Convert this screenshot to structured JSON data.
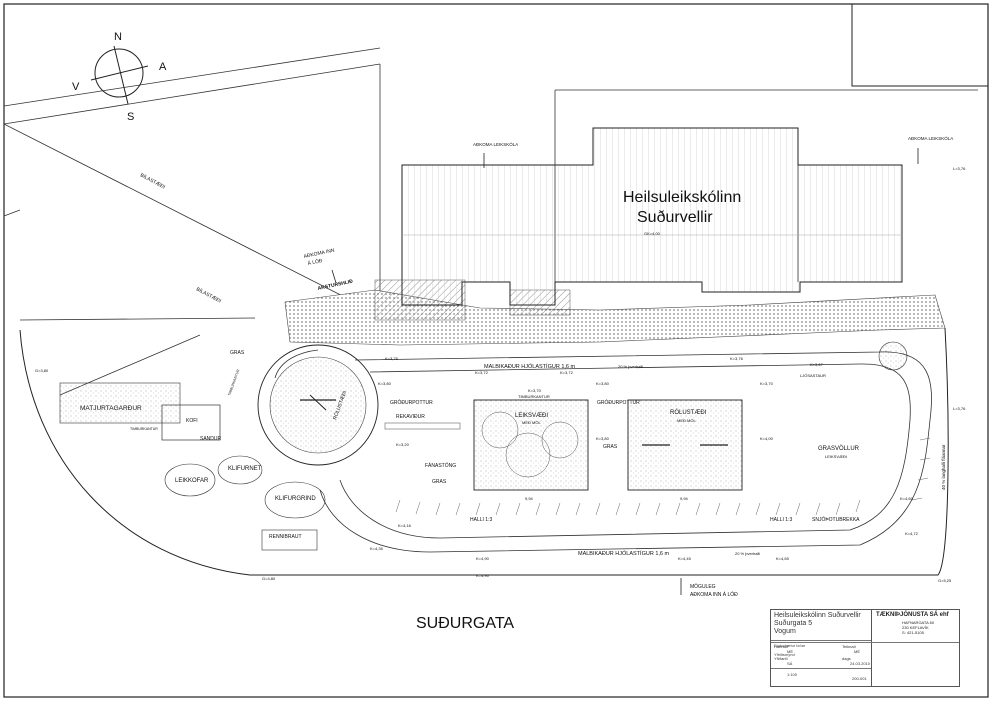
{
  "compass": {
    "n": "N",
    "s": "S",
    "v": "V",
    "a": "A"
  },
  "building": {
    "title_line1": "Heilsuleikskólinn",
    "title_line2": "Suðurvellir",
    "gk": "GK=4,00"
  },
  "street": "SUÐURGATA",
  "entrances": {
    "top": "AÐKOMA LEIKSKÓLA",
    "right": "AÐKOMA LEIKSKÓLA",
    "lot_line1": "AÐKOMA INN",
    "lot_line2": "Á LÓÐ",
    "bottom_line1": "MÖGULEG",
    "bottom_line2": "AÐKOMA INN Á LÓÐ"
  },
  "labels": {
    "parking1": "BÍLASTÆÐI",
    "parking2": "BÍLASTÆÐI",
    "drive": "AKSTURSHLIÐ",
    "gras1": "GRAS",
    "gras2": "GRAS",
    "gras3": "GRAS",
    "garden": "MATJURTAGARÐUR",
    "kofi": "KOFI",
    "sandur": "SANDUR",
    "timbur1": "TIMBURKANTUR",
    "timbur2": "TIMBURKANTUR",
    "timbur3": "TIMBURKANTUR",
    "leikkofar": "LEIKKOFAR",
    "klifurnet": "KLIFURNET",
    "klifurgrind": "KLIFURGRIND",
    "rennibraut": "RENNIBRAUT",
    "rolustaedi1": "RÓLUSTÆÐI",
    "rolustaedi2": "RÓLUSTÆÐI",
    "rolustaedi2_sub": "MEÐ MÖL",
    "rekaviður": "REKAVIÐUR",
    "fanastong": "FÁNASTÖNG",
    "leiksvaedi": "LEIKSVÆÐI",
    "leiksvaedi_sub": "MEÐ MÖL",
    "grodurpottur1": "GRÓÐURPOTTUR",
    "grodurpottur2": "GRÓÐURPOTTUR",
    "grasvollur": "GRASVÖLLUR",
    "grasvollur_sub": "LEIKSVÆÐI",
    "ljosastaur": "LJÓSASTAUR",
    "snjo": "SNJÓÞOTUBREKKA",
    "halli1": "HALLI 1:3",
    "halli2": "HALLI 1:3",
    "stigur_top": "MALBIKAÐUR HJÓLASTÍGUR 1,6 m",
    "stigur_bottom": "MALBIKAÐUR HJÓLASTÍGUR 1,6 m",
    "slope_top": "20 % þverhalli",
    "slope_bottom": "20 % þverhalli",
    "dim1": "9,94",
    "dim2": "9,94",
    "steps": "40 % langhalli fláannar"
  },
  "levels": {
    "k1": "K=3,75",
    "k2": "K=3,72",
    "k3": "K=3,72",
    "k4": "K=3,76",
    "k5": "K=3,67",
    "k6": "K=3,70",
    "k7": "K=3,80",
    "k8": "K=3,70",
    "k9": "K=3,80",
    "k10": "K=3,20",
    "k11": "K=3,80",
    "k12": "K=4,00",
    "k13": "K=4,16",
    "k14": "K=4,35",
    "k15": "K=4,90",
    "k16": "K=4,45",
    "k17": "K=4,65",
    "k18": "K=4,72",
    "k19": "K=4,60",
    "k20": "K=4,90",
    "g1": "G=3,80",
    "g2": "G=4,80",
    "g3": "G=5,25",
    "l1": "L=3,76",
    "l2": "L=3,76"
  },
  "titleblock": {
    "project_line1": "Heilsuleikskólinn Suðurvellir",
    "project_line2": "Suðurgata 5",
    "project_line3": "Vogum",
    "rev": "Endurbætur lóðar",
    "sheet": "Yfirlitsmynd",
    "firm": "TÆKNIÞJÓNUSTA SÁ ehf",
    "addr1": "HAFNARGATA 60",
    "addr2": "230 KEFLAVÍK",
    "addr3": "S: 421-5105",
    "hannad_label": "Hannað",
    "hannad": "MÉ",
    "teiknad_label": "Teiknað",
    "teiknad": "MÉ",
    "yfirfarid_label": "Yfirfarið",
    "yfirfarid": "SÁ",
    "dags_label": "dags",
    "dags": "24.03.2010",
    "kvardi": "1:100",
    "nr": "200-001"
  }
}
